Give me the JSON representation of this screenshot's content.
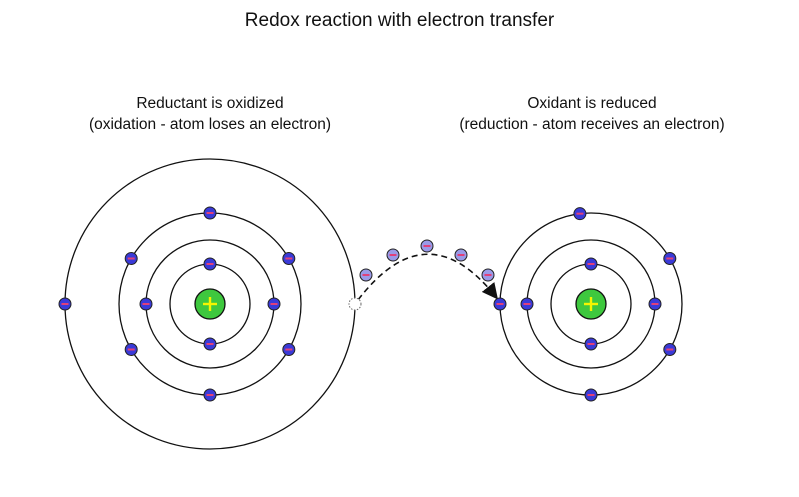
{
  "title": "Redox reaction with electron transfer",
  "reductant": {
    "line1": "Reductant is oxidized",
    "line2": "(oxidation - atom loses an electron)"
  },
  "oxidant": {
    "line1": "Oxidant is reduced",
    "line2": "(reduction - atom receives an electron)"
  },
  "colors": {
    "nucleus": "#3ec83e",
    "plus": "#f5f500",
    "electron": "#3a3ad8",
    "electron_moving": "#9a9ae8",
    "minus": "#e0407a"
  }
}
